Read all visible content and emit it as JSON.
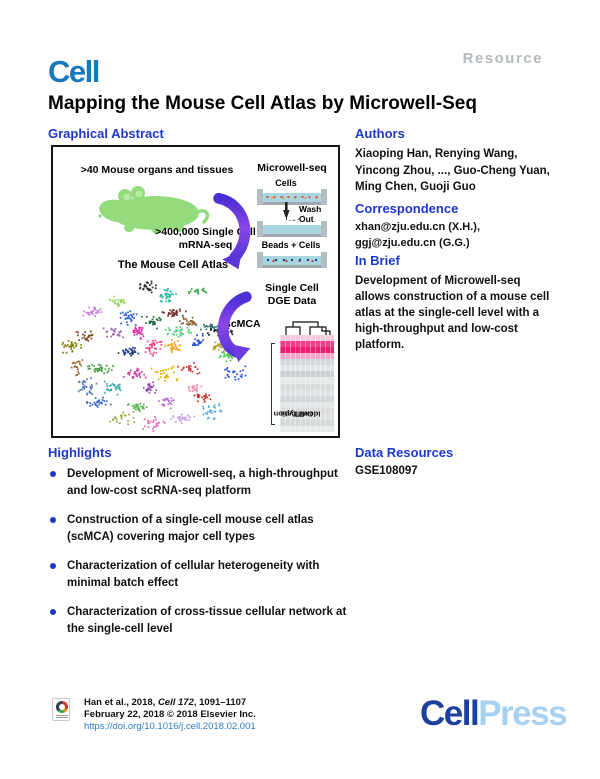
{
  "header": {
    "resource_label": "Resource",
    "journal_logo": "Cell",
    "title": "Mapping the Mouse Cell Atlas by Microwell-Seq"
  },
  "graphical_abstract": {
    "heading": "Graphical Abstract",
    "organs_label": ">40 Mouse organs and tissues",
    "mrna_line1": ">400,000 Single Cell",
    "mrna_line2": "mRNA-seq",
    "atlas_label": "The Mouse Cell Atlas",
    "microwell_heading": "Microwell-seq",
    "cells_label": "Cells",
    "wash_line1": "Wash",
    "wash_line2": "Out",
    "beads_label": "Beads + Cells",
    "dge_line1": "Single Cell",
    "dge_line2": "DGE Data",
    "scmca_label": "scMCA",
    "celltype_line1": "Cell Type",
    "celltype_line2": "Identification",
    "heatmap_rows": [
      "#f6c9dd",
      "#f0408a",
      "#ea1f72",
      "#f4a9cb",
      "#d5d8da",
      "#e2e4e5",
      "#cdd1d3",
      "#e6e8e9",
      "#d8dbdc",
      "#e0e2e3",
      "#d3d6d8",
      "#e4e6e7",
      "#dadcde",
      "#dfe1e2",
      "#d6d9da",
      "#e8eaeb"
    ],
    "tsne_clusters": [
      [
        46,
        9,
        "#2b2b2b"
      ],
      [
        57,
        15,
        "#2ab5a0"
      ],
      [
        73,
        12,
        "#3aa64c"
      ],
      [
        30,
        18,
        "#8fd54e"
      ],
      [
        17,
        25,
        "#c87fd8"
      ],
      [
        36,
        28,
        "#2d5fd0"
      ],
      [
        60,
        25,
        "#7a2e2e"
      ],
      [
        68,
        31,
        "#8a5a2a"
      ],
      [
        49,
        31,
        "#1a6b3c"
      ],
      [
        79,
        34,
        "#2c6e6e"
      ],
      [
        84,
        37,
        "#222222"
      ],
      [
        41,
        37,
        "#e030a8"
      ],
      [
        73,
        43,
        "#1e4fd0"
      ],
      [
        84,
        46,
        "#b8a12b"
      ],
      [
        89,
        52,
        "#45c945"
      ],
      [
        60,
        46,
        "#f5a623"
      ],
      [
        49,
        46,
        "#fc427b"
      ],
      [
        28,
        37,
        "#9b59b6"
      ],
      [
        14,
        40,
        "#7a4a1e"
      ],
      [
        6,
        46,
        "#808000"
      ],
      [
        36,
        49,
        "#1d3a8c"
      ],
      [
        68,
        59,
        "#d63031"
      ],
      [
        92,
        62,
        "#2e52e0"
      ],
      [
        55,
        62,
        "#e0b000"
      ],
      [
        39,
        62,
        "#d03a9c"
      ],
      [
        20,
        59,
        "#3f9b3f"
      ],
      [
        9,
        59,
        "#a0622d"
      ],
      [
        71,
        71,
        "#f78fb3"
      ],
      [
        47,
        71,
        "#8e44ad"
      ],
      [
        28,
        71,
        "#38ada9"
      ],
      [
        14,
        71,
        "#4a79bd"
      ],
      [
        76,
        77,
        "#c0261f"
      ],
      [
        57,
        80,
        "#b06ad8"
      ],
      [
        81,
        86,
        "#58a8e8"
      ],
      [
        41,
        83,
        "#56b54b"
      ],
      [
        65,
        90,
        "#c8a2e0"
      ],
      [
        33,
        90,
        "#9aa53a"
      ],
      [
        49,
        93,
        "#e86ab0"
      ],
      [
        20,
        80,
        "#3a62c8"
      ],
      [
        62,
        36,
        "#50c878"
      ]
    ]
  },
  "authors": {
    "heading": "Authors",
    "lines": [
      "Xiaoping Han, Renying Wang,",
      "Yincong Zhou, ..., Guo-Cheng Yuan,",
      "Ming Chen, Guoji Guo"
    ]
  },
  "correspondence": {
    "heading": "Correspondence",
    "lines": [
      "xhan@zju.edu.cn (X.H.),",
      "ggj@zju.edu.cn (G.G.)"
    ]
  },
  "in_brief": {
    "heading": "In Brief",
    "text": "Development of Microwell-seq allows construction of a mouse cell atlas at the single-cell level with a high-throughput and low-cost platform."
  },
  "highlights": {
    "heading": "Highlights",
    "items": [
      "Development of Microwell-seq, a high-throughput and low-cost scRNA-seq platform",
      "Construction of a single-cell mouse cell atlas (scMCA) covering major cell types",
      "Characterization of cellular heterogeneity with minimal batch effect",
      "Characterization of cross-tissue cellular network at the single-cell level"
    ]
  },
  "data_resources": {
    "heading": "Data Resources",
    "value": "GSE108097"
  },
  "footer": {
    "citation_pre": "Han et al., 2018, ",
    "citation_italic": "Cell 172",
    "citation_post": ", 1091–1107",
    "citation_line2": "February 22, 2018 © 2018 Elsevier Inc.",
    "doi": "https://doi.org/10.1016/j.cell.2018.02.001",
    "publisher_dark": "Cell",
    "publisher_light": "Press"
  },
  "colors": {
    "heading_blue": "#2037cc",
    "cell_logo_blue": "#1778be",
    "link_blue": "#2d7bbd",
    "resource_gray": "#b6bbbe",
    "mouse_green": "#94db7e",
    "arrow_purple": "#7a3fe0",
    "heatmap_pink": "#ea1f72",
    "publisher_dark_blue": "#1d3f9e",
    "publisher_light_blue": "#a9d2f2"
  }
}
